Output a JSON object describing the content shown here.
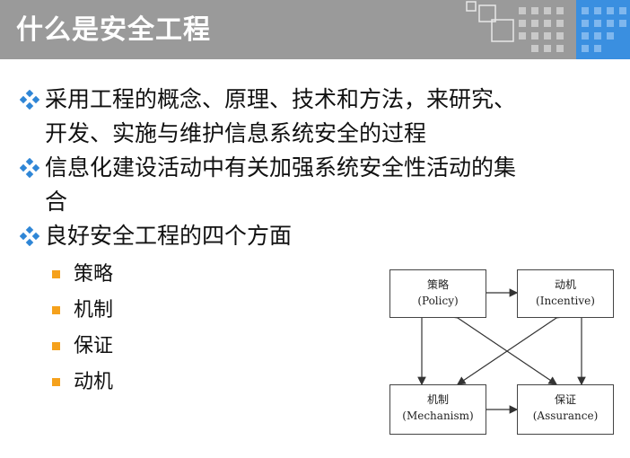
{
  "header": {
    "title": "什么是安全工程"
  },
  "bullets": [
    {
      "text": "采用工程的概念、原理、技术和方法，来研究、开发、实施与维护信息系统安全的过程",
      "lines": [
        "采用工程的概念、原理、技术和方法，来研究、",
        "开发、实施与维护信息系统安全的过程"
      ]
    },
    {
      "text": "信息化建设活动中有关加强系统安全性活动的集合",
      "lines": [
        "信息化建设活动中有关加强系统安全性活动的集",
        "合"
      ]
    },
    {
      "text": "良好安全工程的四个方面",
      "lines": [
        "良好安全工程的四个方面"
      ]
    }
  ],
  "sub_bullets": [
    "策略",
    "机制",
    "保证",
    "动机"
  ],
  "diagram": {
    "boxes": {
      "policy": {
        "cn": "策略",
        "en": "(Policy)"
      },
      "incentive": {
        "cn": "动机",
        "en": "(Incentive)"
      },
      "mechanism": {
        "cn": "机制",
        "en": "(Mechanism)"
      },
      "assurance": {
        "cn": "保证",
        "en": "(Assurance)"
      }
    }
  },
  "colors": {
    "header_bg": "#9a9a9a",
    "bullet_diamond": "#2f86d6",
    "sub_bullet": "#f5a11c"
  },
  "icons": {
    "bullet": "diamond-bullet-icon",
    "sub_bullet": "square-bullet-icon"
  }
}
